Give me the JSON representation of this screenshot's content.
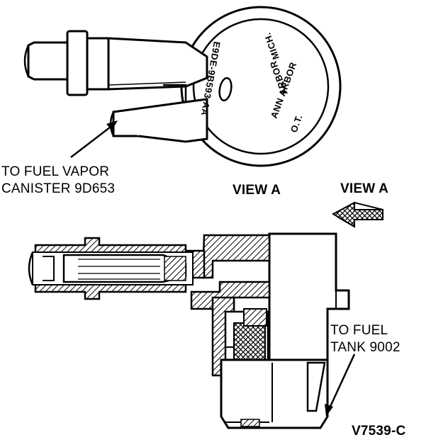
{
  "labels": {
    "vapor_canister_line1": "TO FUEL VAPOR",
    "vapor_canister_line2": "CANISTER 9D653",
    "view_a_caption": "VIEW A",
    "view_a_arrow": "VIEW A",
    "fuel_tank_line1": "TO FUEL",
    "fuel_tank_line2": "TANK 9002",
    "figure_id": "V7539-C"
  },
  "embossing": {
    "part_number": "E9DE-9B593-AA",
    "maker_line1": "ANN ARBOR",
    "maker_line2": "O.T.",
    "maker_line3": "ARBOR",
    "maker_line4": "MICH."
  },
  "colors": {
    "ink": "#000000",
    "paper": "#ffffff"
  }
}
